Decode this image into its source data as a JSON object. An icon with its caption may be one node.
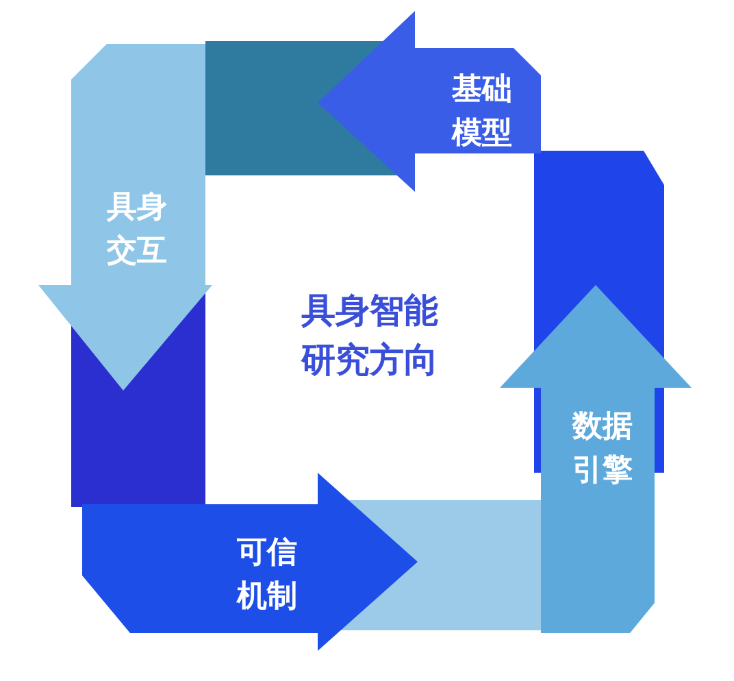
{
  "diagram": {
    "nodes": [
      {
        "text": [
          "基础模型"
        ]
      },
      {
        "text": [
          "具身交互"
        ]
      },
      {
        "text": [
          "具身智能研究方向"
        ]
      },
      {
        "text": [
          "数据引擎"
        ]
      },
      {
        "text": [
          "可信机制"
        ]
      }
    ]
  }
}
